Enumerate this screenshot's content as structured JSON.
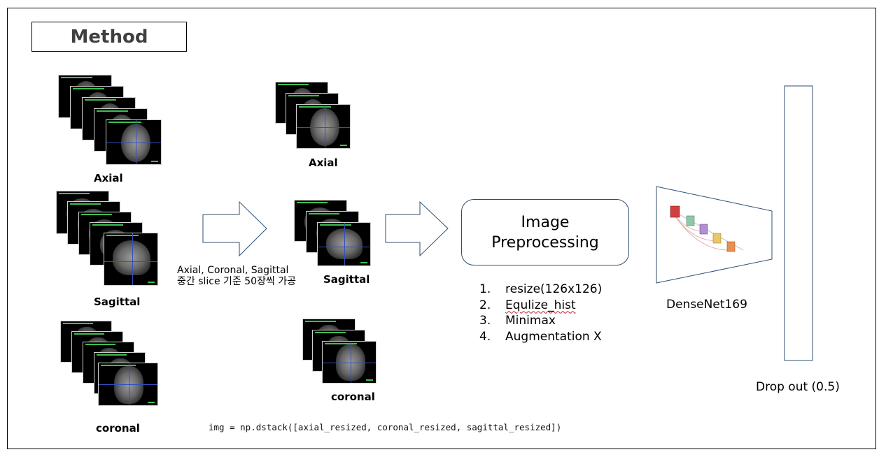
{
  "title": "Method",
  "left_column": {
    "axial_label": "Axial",
    "sagittal_label": "Sagittal",
    "coronal_label": "coronal"
  },
  "selection_note": {
    "line1": "Axial, Coronal, Sagittal",
    "line2": "중간 slice 기준 50장씩 가공"
  },
  "middle_column": {
    "axial_label": "Axial",
    "sagittal_label": "Sagittal",
    "coronal_label": "coronal"
  },
  "preprocessing": {
    "title_line1": "Image",
    "title_line2": "Preprocessing",
    "steps": [
      {
        "num": "1.",
        "text": "resize(126x126)"
      },
      {
        "num": "2.",
        "text": "Equlize_hist"
      },
      {
        "num": "3.",
        "text": "Minimax"
      },
      {
        "num": "4.",
        "text": "Augmentation X"
      }
    ]
  },
  "model_label": "DenseNet169",
  "dropout_label": "Drop out (0.5)",
  "code_line": "img = np.dstack([axial_resized, coronal_resized, sagittal_resized])",
  "colors": {
    "arrow_outline": "#2f4f6f",
    "dense_block_colors": [
      "#d04040",
      "#80c0a0",
      "#a080c0",
      "#e0c060",
      "#e08040"
    ]
  }
}
